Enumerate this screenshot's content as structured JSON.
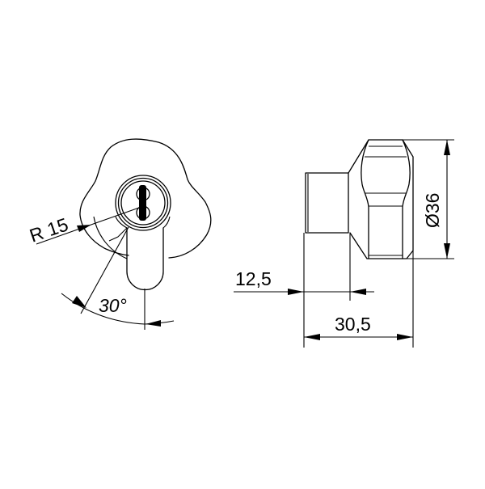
{
  "drawing": {
    "subject": "knob lock cylinder",
    "views": [
      {
        "name": "front-view",
        "description": "knob with keyhole cylinder and cam"
      },
      {
        "name": "side-view",
        "description": "profile of cylinder body and knob"
      }
    ],
    "colors": {
      "line": "#000000",
      "background": "#ffffff"
    }
  },
  "dimensions": {
    "radius": {
      "label": "R 15"
    },
    "angle": {
      "label": "30°"
    },
    "diameter": {
      "label": "Ø36"
    },
    "short_length": {
      "label": "12,5"
    },
    "total_length": {
      "label": "30,5"
    }
  }
}
